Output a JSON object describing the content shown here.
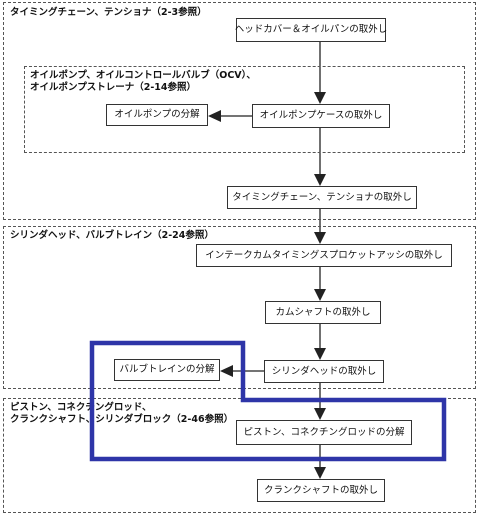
{
  "colors": {
    "highlight": "#2e35a8",
    "line": "#222222",
    "section_border": "#555555"
  },
  "sections": [
    {
      "label_lines": [
        "タイミングチェーン、テンショナ（2-3参照）"
      ]
    },
    {
      "label_lines": [
        "オイルポンプ、オイルコントロールバルブ（OCV）、",
        "オイルポンプストレーナ（2-14参照）"
      ]
    },
    {
      "label_lines": [
        "シリンダヘッド、バルブトレイン（2-24参照）"
      ]
    },
    {
      "label_lines": [
        "ピストン、コネクチングロッド、",
        "クランクシャフト、シリンダブロック（2-46参照）"
      ]
    }
  ],
  "steps": [
    "ヘッドカバー＆オイルパンの取外し",
    "オイルポンプケースの取外し",
    "オイルポンプの分解",
    "タイミングチェーン、テンショナの取外し",
    "インテークカムタイミングスプロケットアッシの取外し",
    "カムシャフトの取外し",
    "シリンダヘッドの取外し",
    "バルブトレインの分解",
    "ピストン、コネクチングロッドの分解",
    "クランクシャフトの取外し"
  ]
}
